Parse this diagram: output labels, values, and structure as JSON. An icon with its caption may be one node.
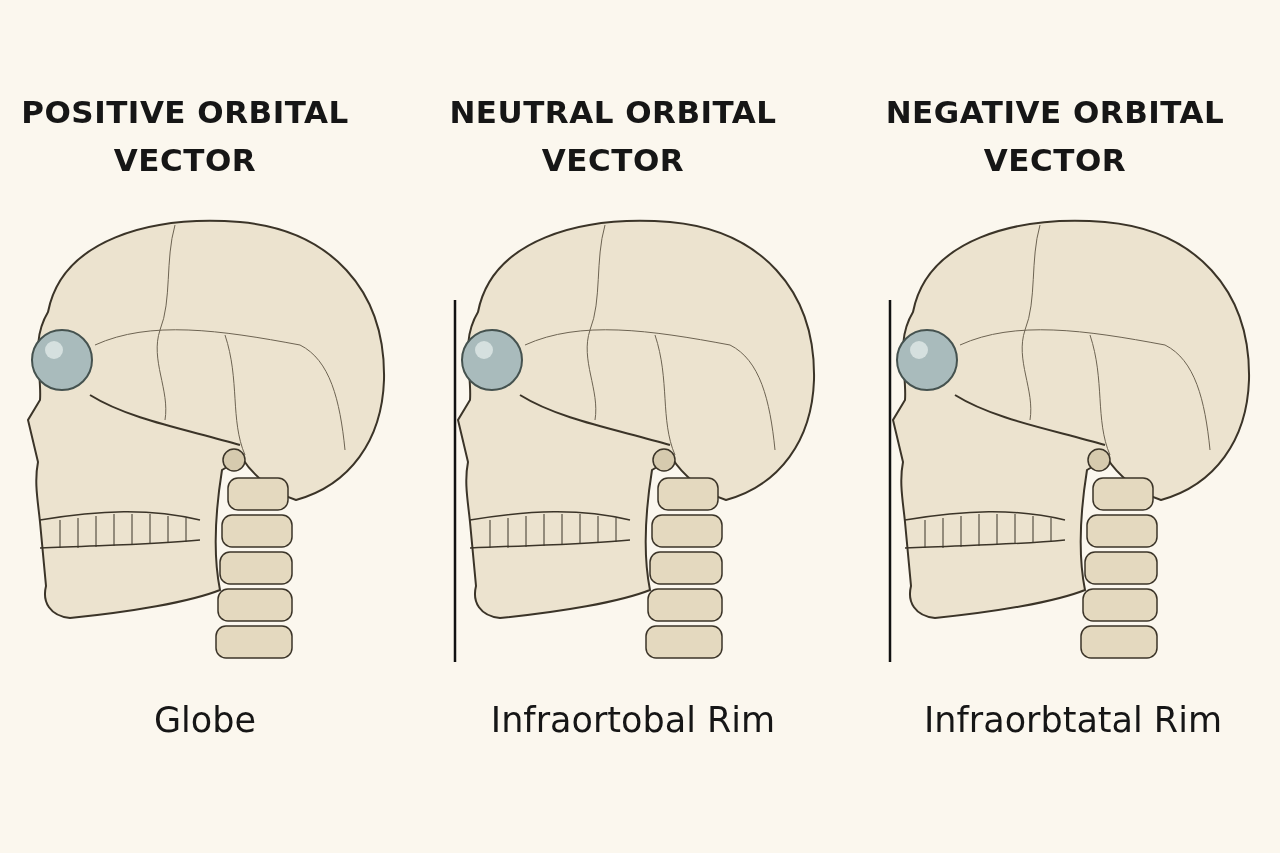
{
  "diagram": {
    "labels": [
      "POSITIVE ORBITAL VECTOR",
      "NEUTRAL ORBITAL VECTOR",
      "NEGATIVE ORBITAL VECTOR",
      "Globe",
      "Infraortobal Rim",
      "Infraorbtatal Rim"
    ]
  }
}
